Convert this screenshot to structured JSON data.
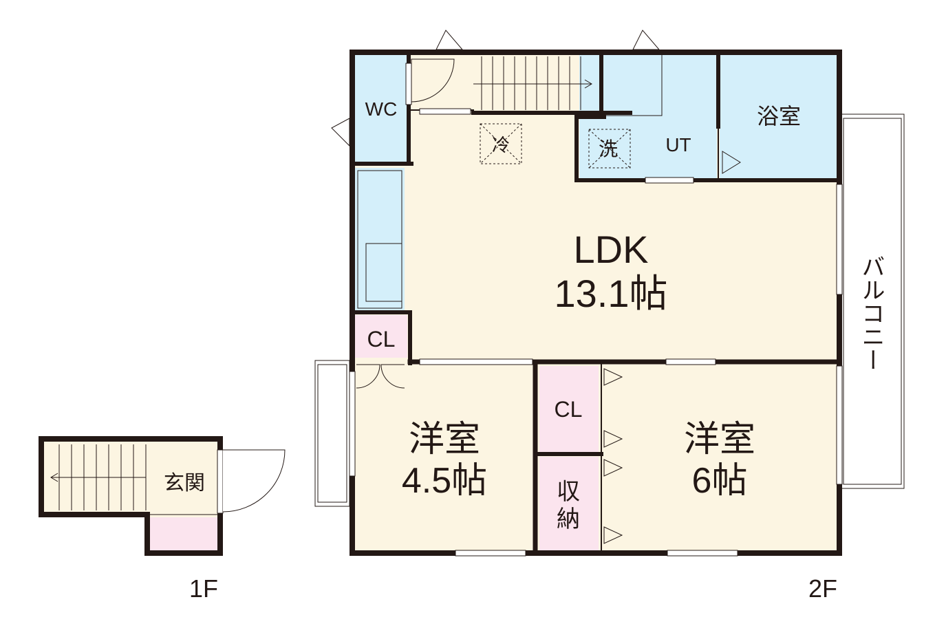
{
  "floors": {
    "first": "1F",
    "second": "2F"
  },
  "rooms": {
    "wc": "WC",
    "bath": "浴室",
    "ut": "UT",
    "ldk_name": "LDK",
    "ldk_size": "13.1帖",
    "cl_ldk": "CL",
    "west_room_name": "洋室",
    "west_room_size": "4.5帖",
    "cl_east": "CL",
    "storage_line1": "収",
    "storage_line2": "納",
    "east_room_name": "洋室",
    "east_room_size": "6帖",
    "balcony": "バルコニー",
    "entrance": "玄関"
  },
  "fixtures": {
    "fridge": "冷",
    "washer": "洗"
  },
  "colors": {
    "floor": "#fcf5e2",
    "wet_area": "#d4effa",
    "closet": "#fbe4ee",
    "wall": "#231815"
  }
}
